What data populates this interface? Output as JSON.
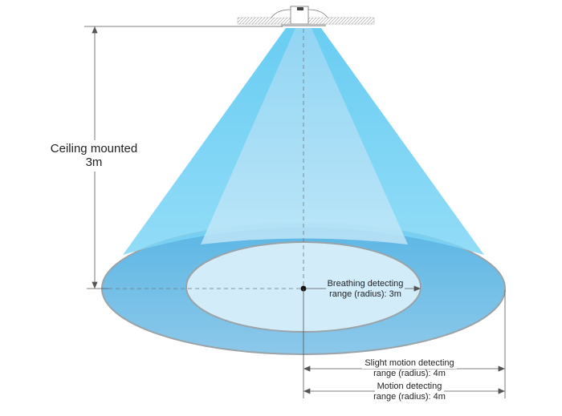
{
  "height_label": {
    "line1": "Ceiling mounted",
    "line2": "3m"
  },
  "breathing": {
    "line1": "Breathing detecting",
    "line2": "range (radius): 3m"
  },
  "slight_motion": {
    "line1": "Slight motion detecting",
    "line2": "range (radius): 4m"
  },
  "motion": {
    "line1": "Motion detecting",
    "line2": "range (radius): 4m"
  },
  "colors": {
    "outer_cone": "#5ccbf2",
    "inner_cone": "#a8dcf6",
    "outer_floor": "#72bde6",
    "inner_floor": "#d3ecfa",
    "rim": "#9aa3a8"
  }
}
